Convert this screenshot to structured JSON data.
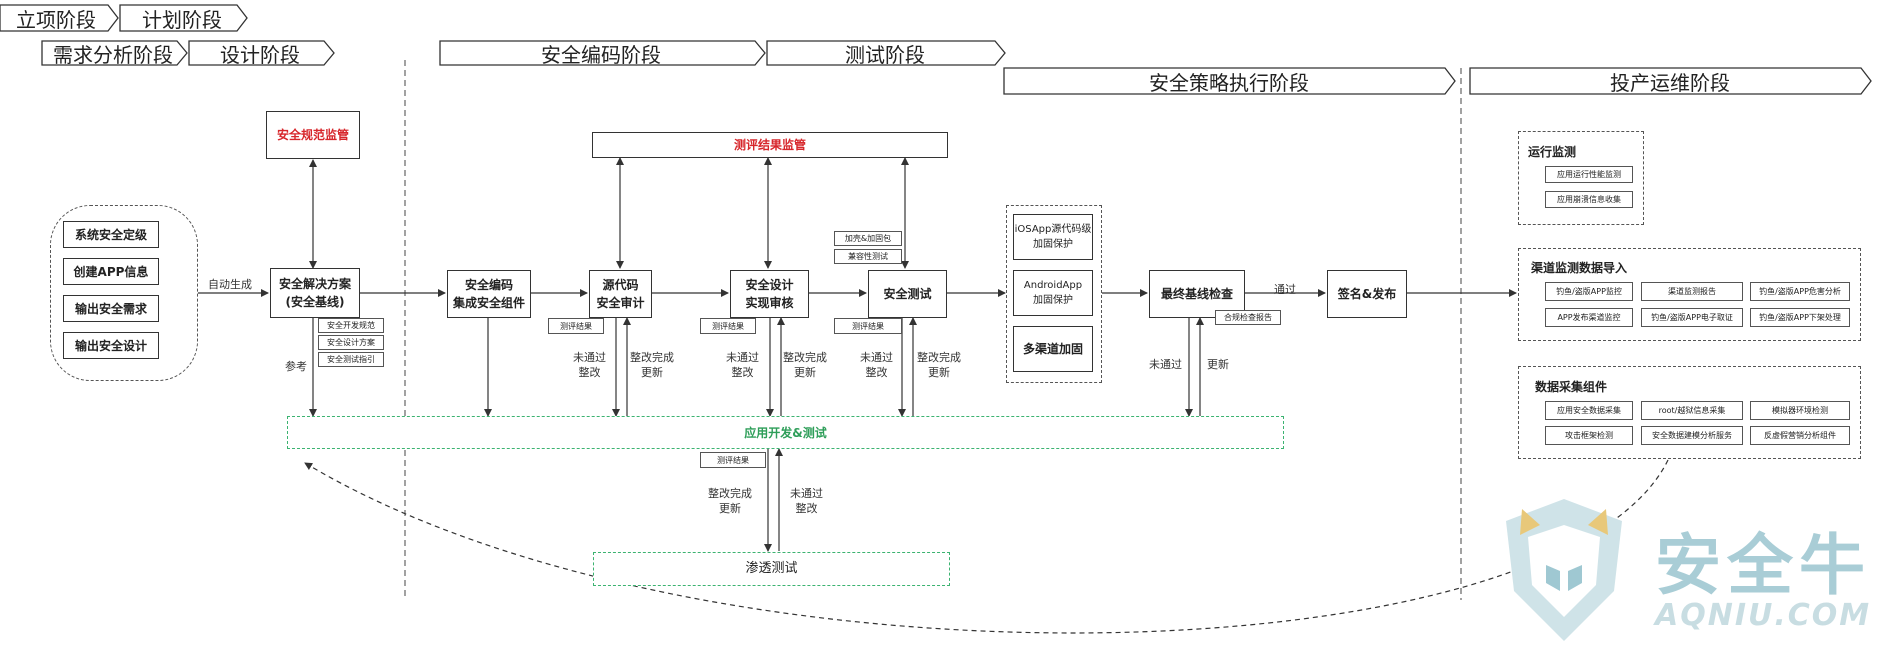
{
  "stages": {
    "lixiang": "立项阶段",
    "jihua": "计划阶段",
    "xuqiu": "需求分析阶段",
    "sheji": "设计阶段",
    "bianma": "安全编码阶段",
    "ceshi": "测试阶段",
    "celue": "安全策略执行阶段",
    "yunwei": "投产运维阶段"
  },
  "requirements": [
    "系统安全定级",
    "创建APP信息",
    "输出安全需求",
    "输出安全设计"
  ],
  "labels": {
    "auto_generate": "自动生成",
    "reference": "参考",
    "failed": "未通过\n整改",
    "fixed": "整改完成\n更新",
    "failed_single": "未通过",
    "update": "更新",
    "passed": "通过"
  },
  "boxes": {
    "spec_supervision": "安全规范监管",
    "solution": "安全解决方案\n(安全基线)",
    "coding": "安全编码\n集成安全组件",
    "source_audit": "源代码\n安全审计",
    "design_review": "安全设计\n实现审核",
    "security_test": "安全测试",
    "eval_supervision": "测评结果监管",
    "ios_protect": "iOSApp源代码级\n加固保护",
    "android_protect": "AndroidApp\n加固保护",
    "multichannel": "多渠道加固",
    "final_check": "最终基线检查",
    "sign_release": "签名&发布",
    "app_dev_test": "应用开发&测试",
    "pentest": "渗透测试"
  },
  "small_docs": {
    "dev_spec": "安全开发规范",
    "design_plan": "安全设计方案",
    "test_guide": "安全测试指引",
    "eval_result_1": "测评结果",
    "eval_result_2": "测评结果",
    "eval_result_3": "测评结果",
    "eval_result_4": "测评结果",
    "pack_harden": "加壳&加固包",
    "compat_test": "兼容性测试",
    "compliance_report": "合规检查报告"
  },
  "ops": {
    "runtime_title": "运行监测",
    "runtime_items": [
      "应用运行性能监测",
      "应用崩溃信息收集"
    ],
    "channel_title": "渠道监测数据导入",
    "channel_items": [
      "钓鱼/盗版APP监控",
      "渠道监测报告",
      "钓鱼/盗版APP危害分析",
      "APP发布渠道监控",
      "钓鱼/盗版APP电子取证",
      "钓鱼/盗版APP下架处理"
    ],
    "collect_title": "数据采集组件",
    "collect_items": [
      "应用安全数据采集",
      "root/越狱信息采集",
      "模拟器环境检测",
      "攻击框架检测",
      "安全数据建模分析服务",
      "反虚假营销分析组件"
    ]
  },
  "watermark": {
    "cn": "安全牛",
    "en": "AQNIU.COM"
  },
  "colors": {
    "red": "#d7262b",
    "green": "#3cb371",
    "watermark": "#a9cdd6"
  }
}
